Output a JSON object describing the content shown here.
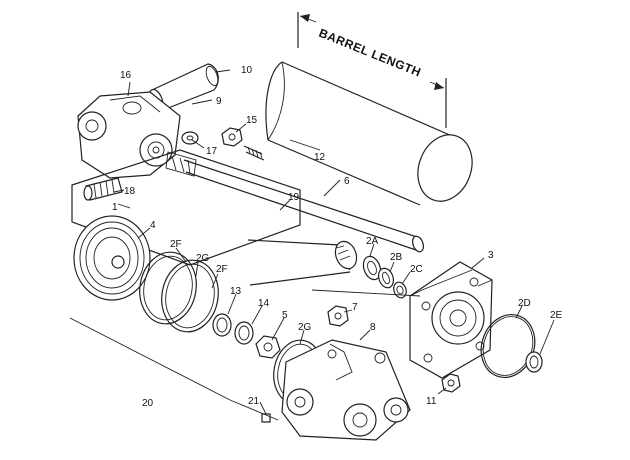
{
  "diagram": {
    "barrel_label": "BARREL LENGTH",
    "callouts": {
      "c1": "1",
      "c2a": "2A",
      "c2b": "2B",
      "c2c": "2C",
      "c2d": "2D",
      "c2e": "2E",
      "c2f_a": "2F",
      "c2f_b": "2F",
      "c2g_a": "2G",
      "c2g_b": "2G",
      "c3": "3",
      "c4": "4",
      "c5": "5",
      "c6": "6",
      "c7": "7",
      "c8": "8",
      "c9": "9",
      "c10": "10",
      "c11": "11",
      "c12": "12",
      "c13": "13",
      "c14": "14",
      "c15": "15",
      "c16": "16",
      "c17": "17",
      "c18": "18",
      "c19": "19",
      "c20": "20",
      "c21": "21"
    }
  }
}
